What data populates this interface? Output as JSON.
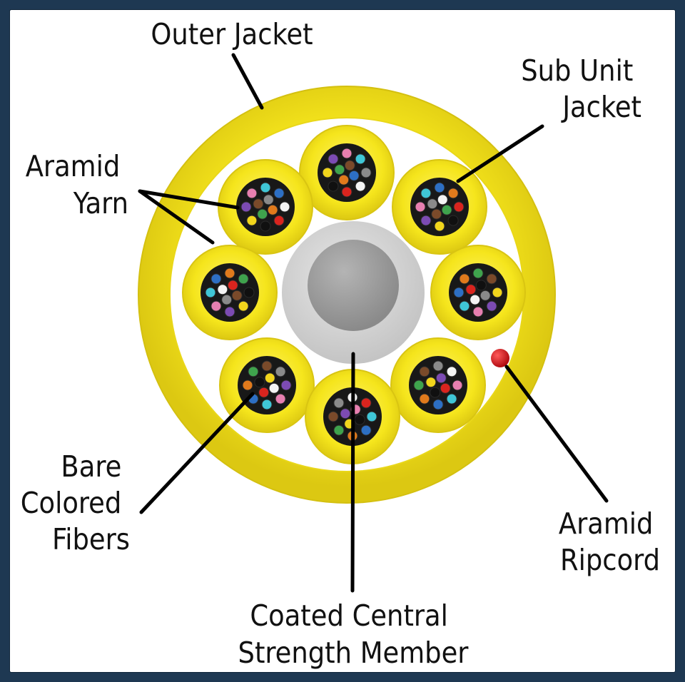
{
  "labels": {
    "outer_jacket": "Outer Jacket",
    "sub_unit_jacket": [
      "Sub Unit",
      "Jacket"
    ],
    "aramid_yarn": [
      "Aramid",
      "Yarn"
    ],
    "bare_colored_fibers": [
      "Bare",
      "Colored",
      "Fibers"
    ],
    "aramid_ripcord": [
      "Aramid",
      "Ripcord"
    ],
    "central_member": [
      "Coated Central",
      "Strength Member"
    ]
  },
  "colors": {
    "jacket_yellow": "#f5e51c",
    "jacket_edge": "#d8c410",
    "subunit_core": "#181818",
    "central_coating": "#d6d6d6",
    "central_core": "#9a9a9a",
    "ripcord": "#d9141b",
    "background": "#ffffff",
    "border": "#1e3852"
  },
  "fiber_colors": [
    "#2d6fc4",
    "#e07a1c",
    "#3fa34d",
    "#7a4a2a",
    "#8a8a8a",
    "#f4f4f4",
    "#d9241e",
    "#101010",
    "#f1d51c",
    "#7c4bb3",
    "#e77fb0",
    "#3fc6d6"
  ]
}
